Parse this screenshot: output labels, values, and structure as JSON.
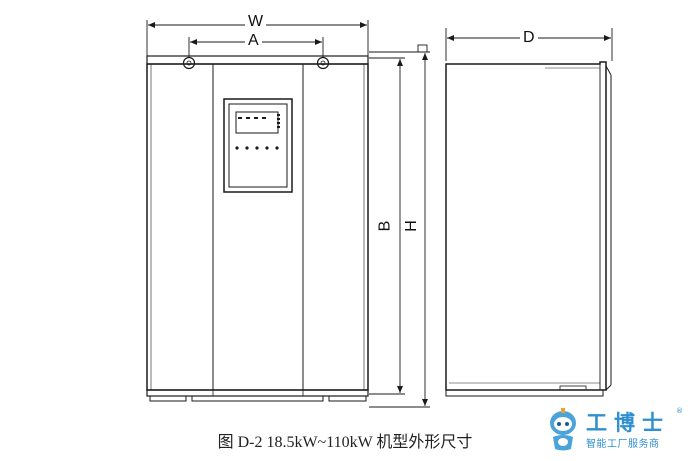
{
  "dimensions": {
    "width": "W",
    "mount_width": "A",
    "mount_height": "B",
    "height": "H",
    "depth": "D"
  },
  "caption": "图 D-2 18.5kW~110kW 机型外形尺寸",
  "logo": {
    "name": "工博士",
    "registered_mark": "®",
    "tagline": "智能工厂服务商",
    "color": "#2f8fcf"
  },
  "colors": {
    "line": "#1a1a1a",
    "background": "#ffffff"
  }
}
